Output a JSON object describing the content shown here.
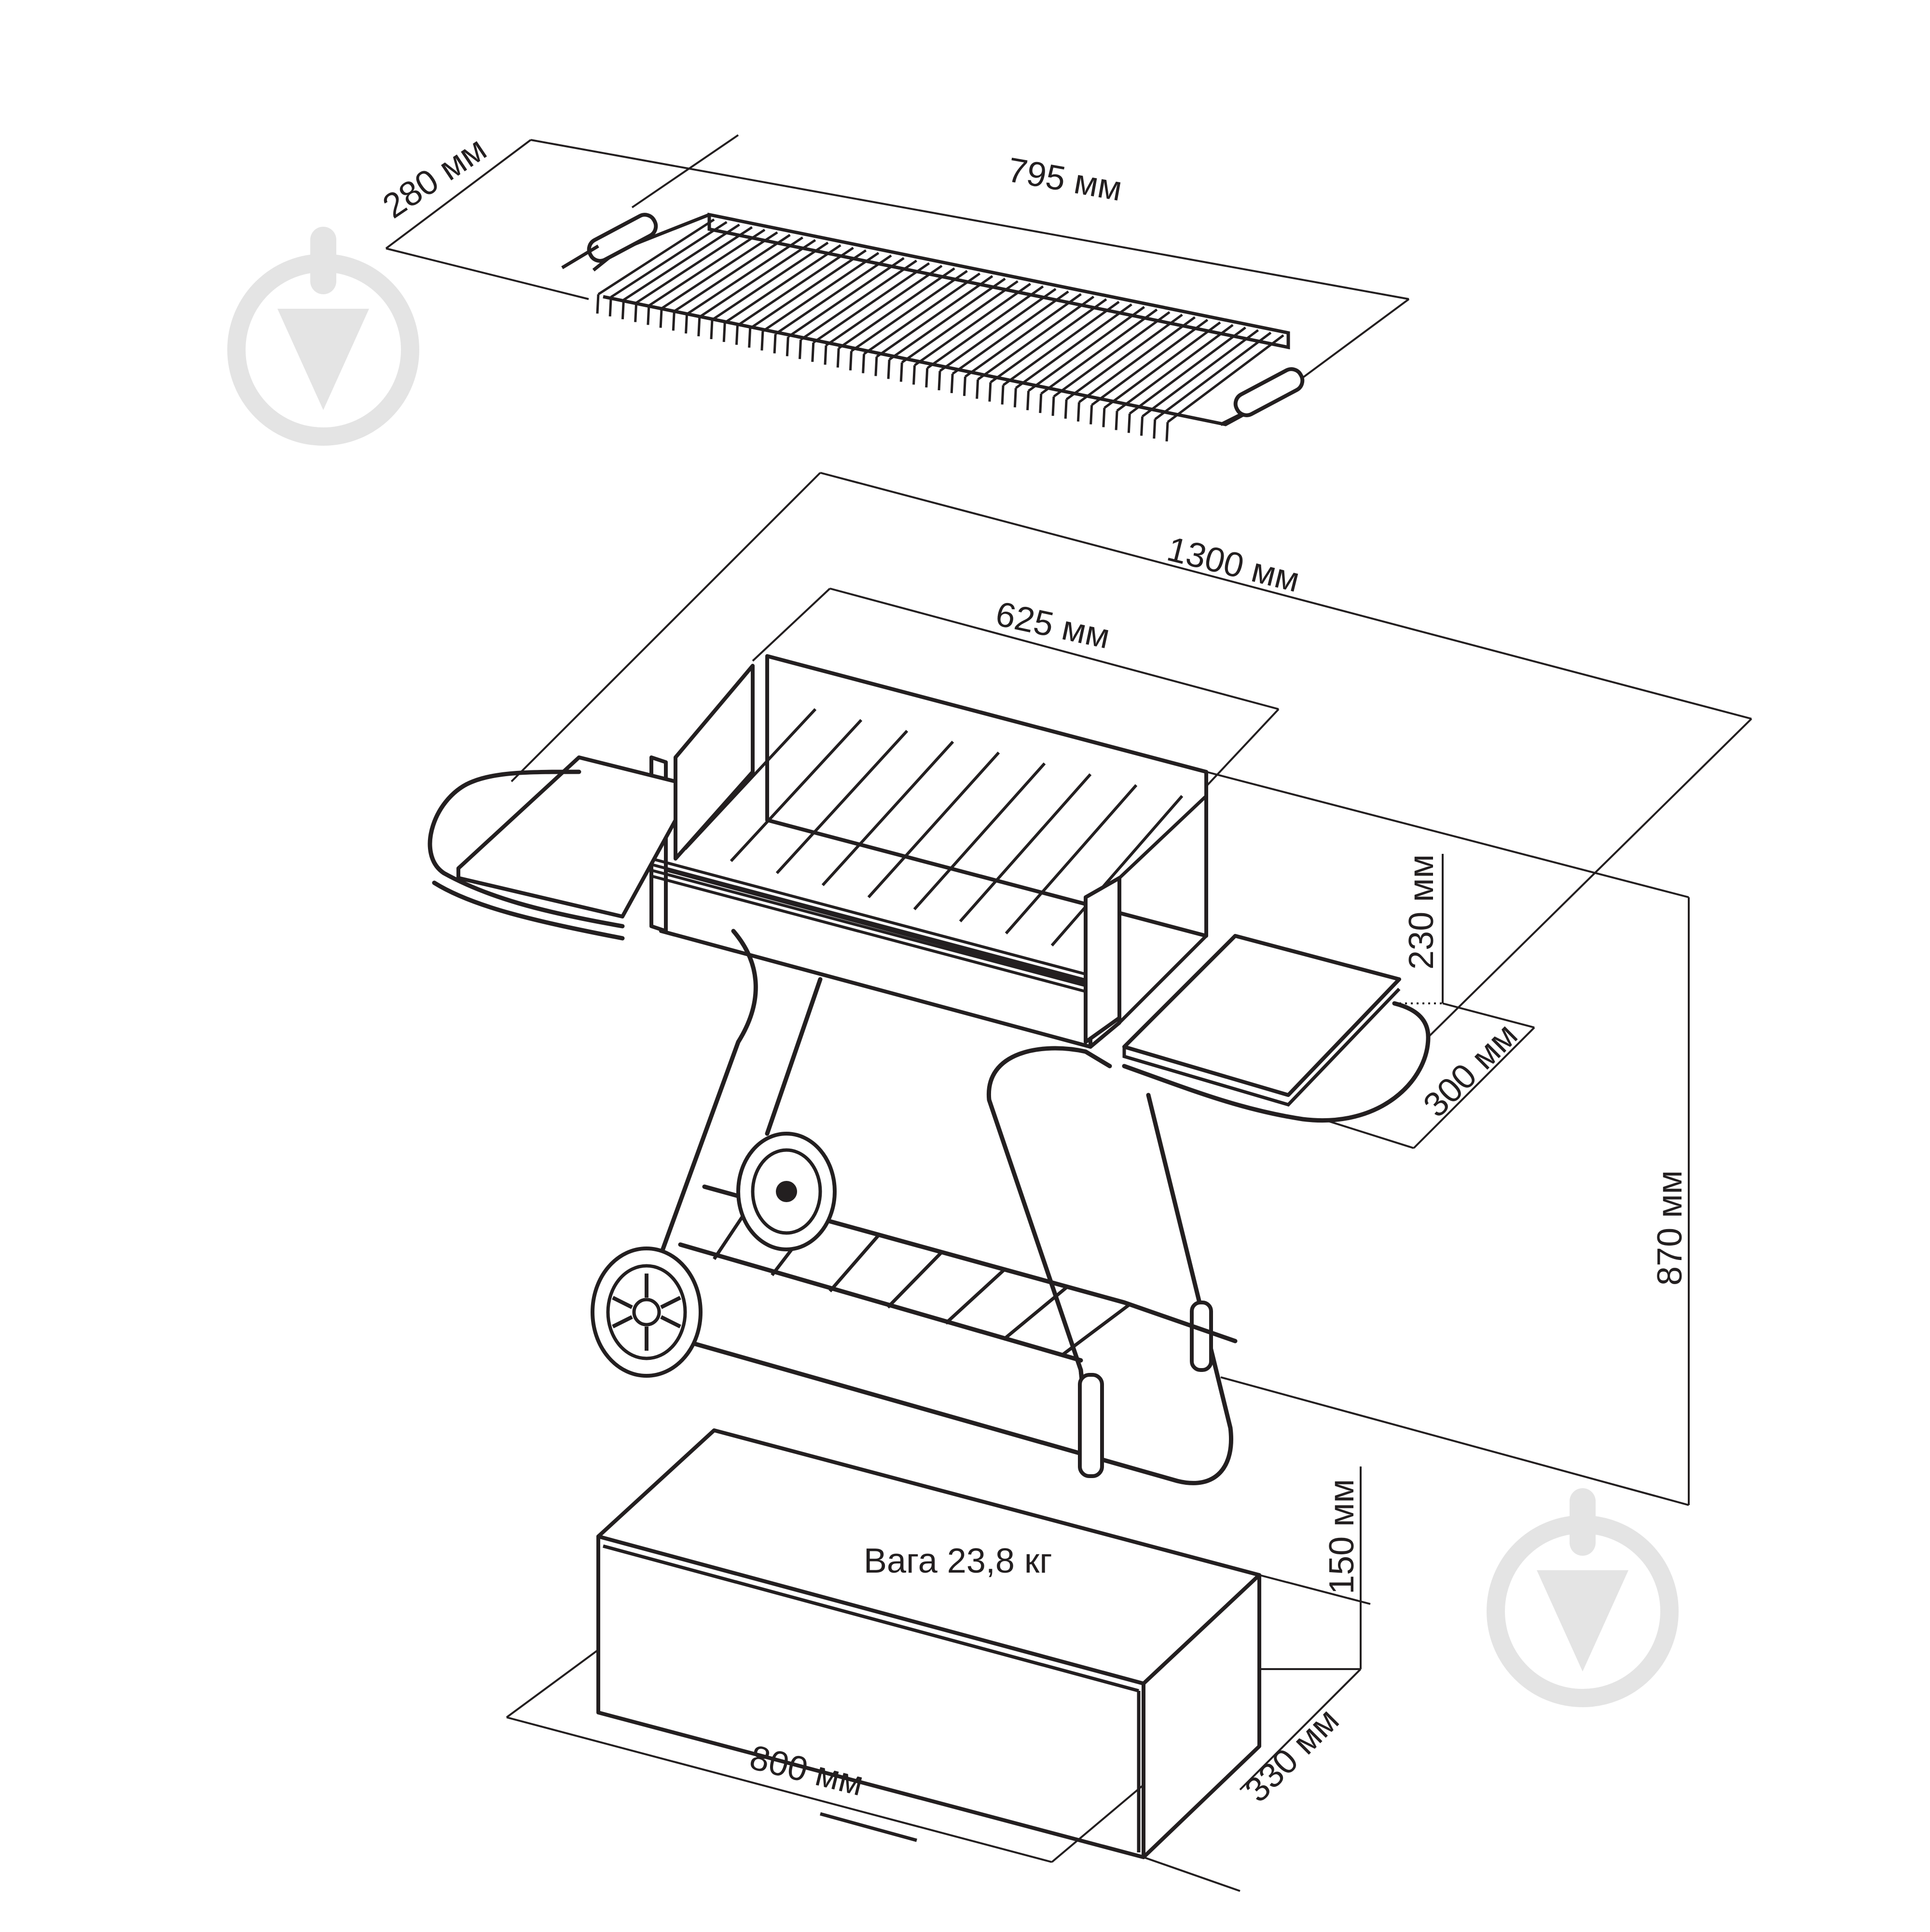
{
  "labels": {
    "grill_depth": "280 мм",
    "grill_width": "795 мм",
    "total_width": "1300 мм",
    "body_width": "625 мм",
    "body_height": "230 мм",
    "shelf_depth": "300 мм",
    "total_height": "870 мм",
    "box_height": "150 мм",
    "box_depth": "330 мм",
    "box_width": "800 мм",
    "weight": "Вага 23,8 кг"
  },
  "colors": {
    "line": "#231f20",
    "watermark": "#e4e4e4",
    "background": "#ffffff"
  },
  "icons": {
    "watermark": "spatula-drop-icon"
  }
}
